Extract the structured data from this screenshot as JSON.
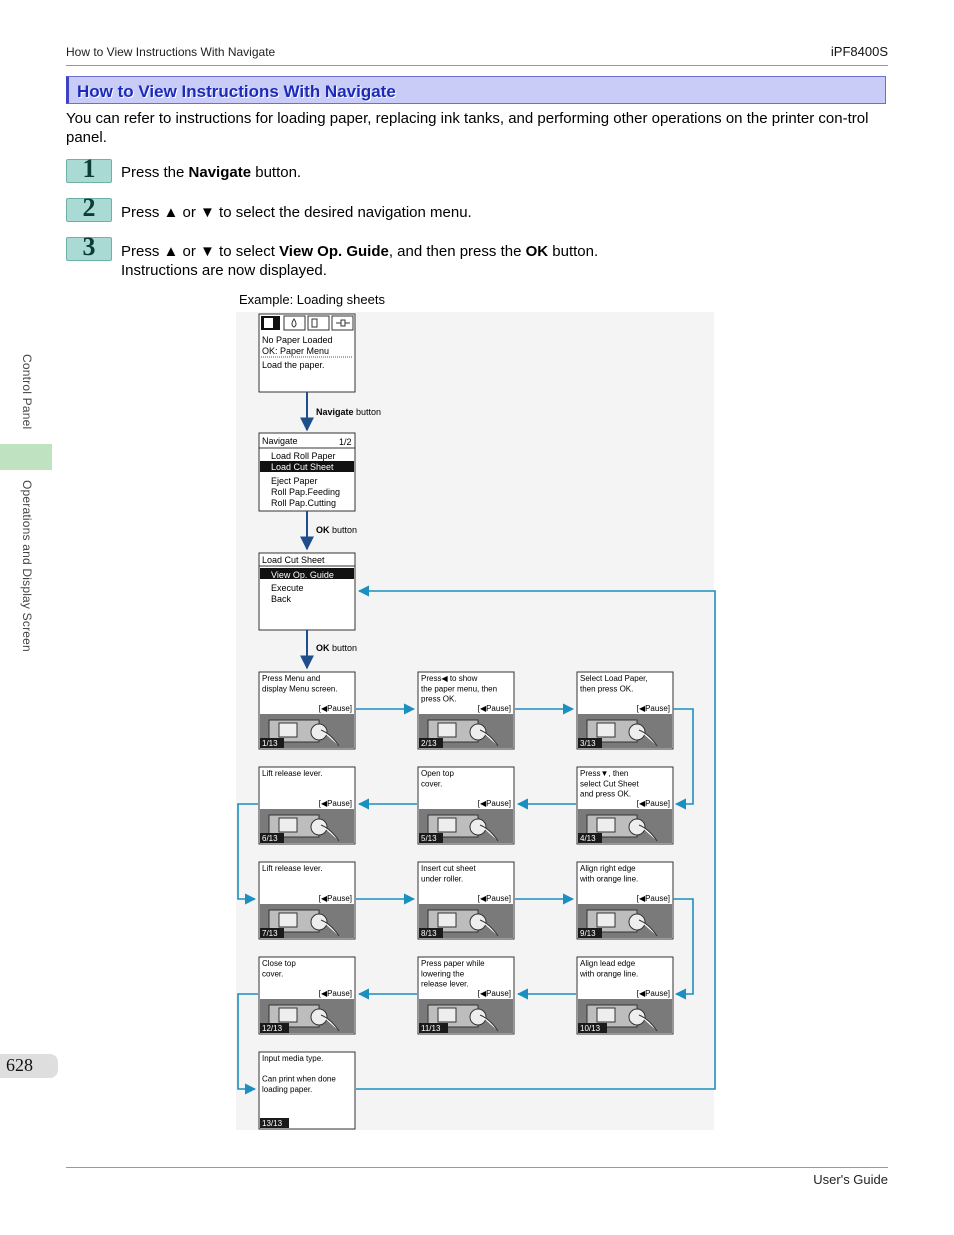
{
  "header": {
    "left": "How to View Instructions With Navigate",
    "right": "iPF8400S"
  },
  "title": "How to View Instructions With Navigate",
  "intro": "You can refer to instructions for loading paper, replacing ink tanks, and performing other operations on the printer con-trol panel.",
  "steps": [
    {
      "num": "1",
      "pre": "Press the ",
      "b1": "Navigate",
      "mid": " button.",
      "b2": "",
      "post": "",
      "line2": ""
    },
    {
      "num": "2",
      "pre": "Press ▲ or ▼ to select the desired navigation menu.",
      "b1": "",
      "mid": "",
      "b2": "",
      "post": "",
      "line2": ""
    },
    {
      "num": "3",
      "pre": "Press ▲ or ▼ to select ",
      "b1": "View Op. Guide",
      "mid": ", and then press the ",
      "b2": "OK",
      "post": " button.",
      "line2": "Instructions are now displayed."
    }
  ],
  "figure": {
    "caption": "Example: Loading sheets",
    "screen_top": {
      "line1": "No Paper Loaded",
      "line2": "OK: Paper Menu",
      "line3": "Load the paper."
    },
    "label_nav": {
      "bold": "Navigate",
      "rest": " button"
    },
    "navigate_menu": {
      "title": "Navigate",
      "page": "1/2",
      "items": [
        "Load Roll Paper",
        "Load Cut Sheet",
        "Eject Paper",
        "Roll Pap.Feeding",
        "Roll Pap.Cutting"
      ],
      "selected": 1
    },
    "label_ok1": {
      "bold": "OK",
      "rest": " button"
    },
    "cut_sheet_menu": {
      "title": "Load Cut Sheet",
      "items": [
        "View Op. Guide",
        "Execute",
        "Back"
      ],
      "selected": 0
    },
    "label_ok2": {
      "bold": "OK",
      "rest": " button"
    },
    "pause_label": "[◀Pause]",
    "panels": [
      {
        "lines": [
          "Press Menu and",
          "display Menu screen."
        ],
        "page": "1/13"
      },
      {
        "lines": [
          "Press◀ to show",
          "the paper menu, then",
          "press OK."
        ],
        "page": "2/13"
      },
      {
        "lines": [
          "Select Load Paper,",
          "then press OK."
        ],
        "page": "3/13"
      },
      {
        "lines": [
          "Press▼, then",
          "select Cut Sheet",
          "and press OK."
        ],
        "page": "4/13"
      },
      {
        "lines": [
          "Open top",
          "cover."
        ],
        "page": "5/13"
      },
      {
        "lines": [
          "Lift release lever."
        ],
        "page": "6/13"
      },
      {
        "lines": [
          "Lift release lever."
        ],
        "page": "7/13"
      },
      {
        "lines": [
          "Insert cut sheet",
          "under roller."
        ],
        "page": "8/13"
      },
      {
        "lines": [
          "Align right edge",
          "with orange line."
        ],
        "page": "9/13"
      },
      {
        "lines": [
          "Align lead edge",
          "with orange line."
        ],
        "page": "10/13"
      },
      {
        "lines": [
          "Press paper while",
          "lowering the",
          "release lever."
        ],
        "page": "11/13"
      },
      {
        "lines": [
          "Close top",
          "cover."
        ],
        "page": "12/13"
      },
      {
        "lines": [
          "Input media type.",
          "",
          "Can print when done",
          "loading paper."
        ],
        "page": "13/13"
      }
    ],
    "colors": {
      "arrow": "#1a8fc0",
      "arrow_gray": "#1e4f8c",
      "screen_dark": "#1a1a1a"
    }
  },
  "side_tabs": {
    "top": "Control Panel",
    "bottom": "Operations and Display Screen"
  },
  "page_number": "628",
  "footer": {
    "right": "User's Guide"
  }
}
